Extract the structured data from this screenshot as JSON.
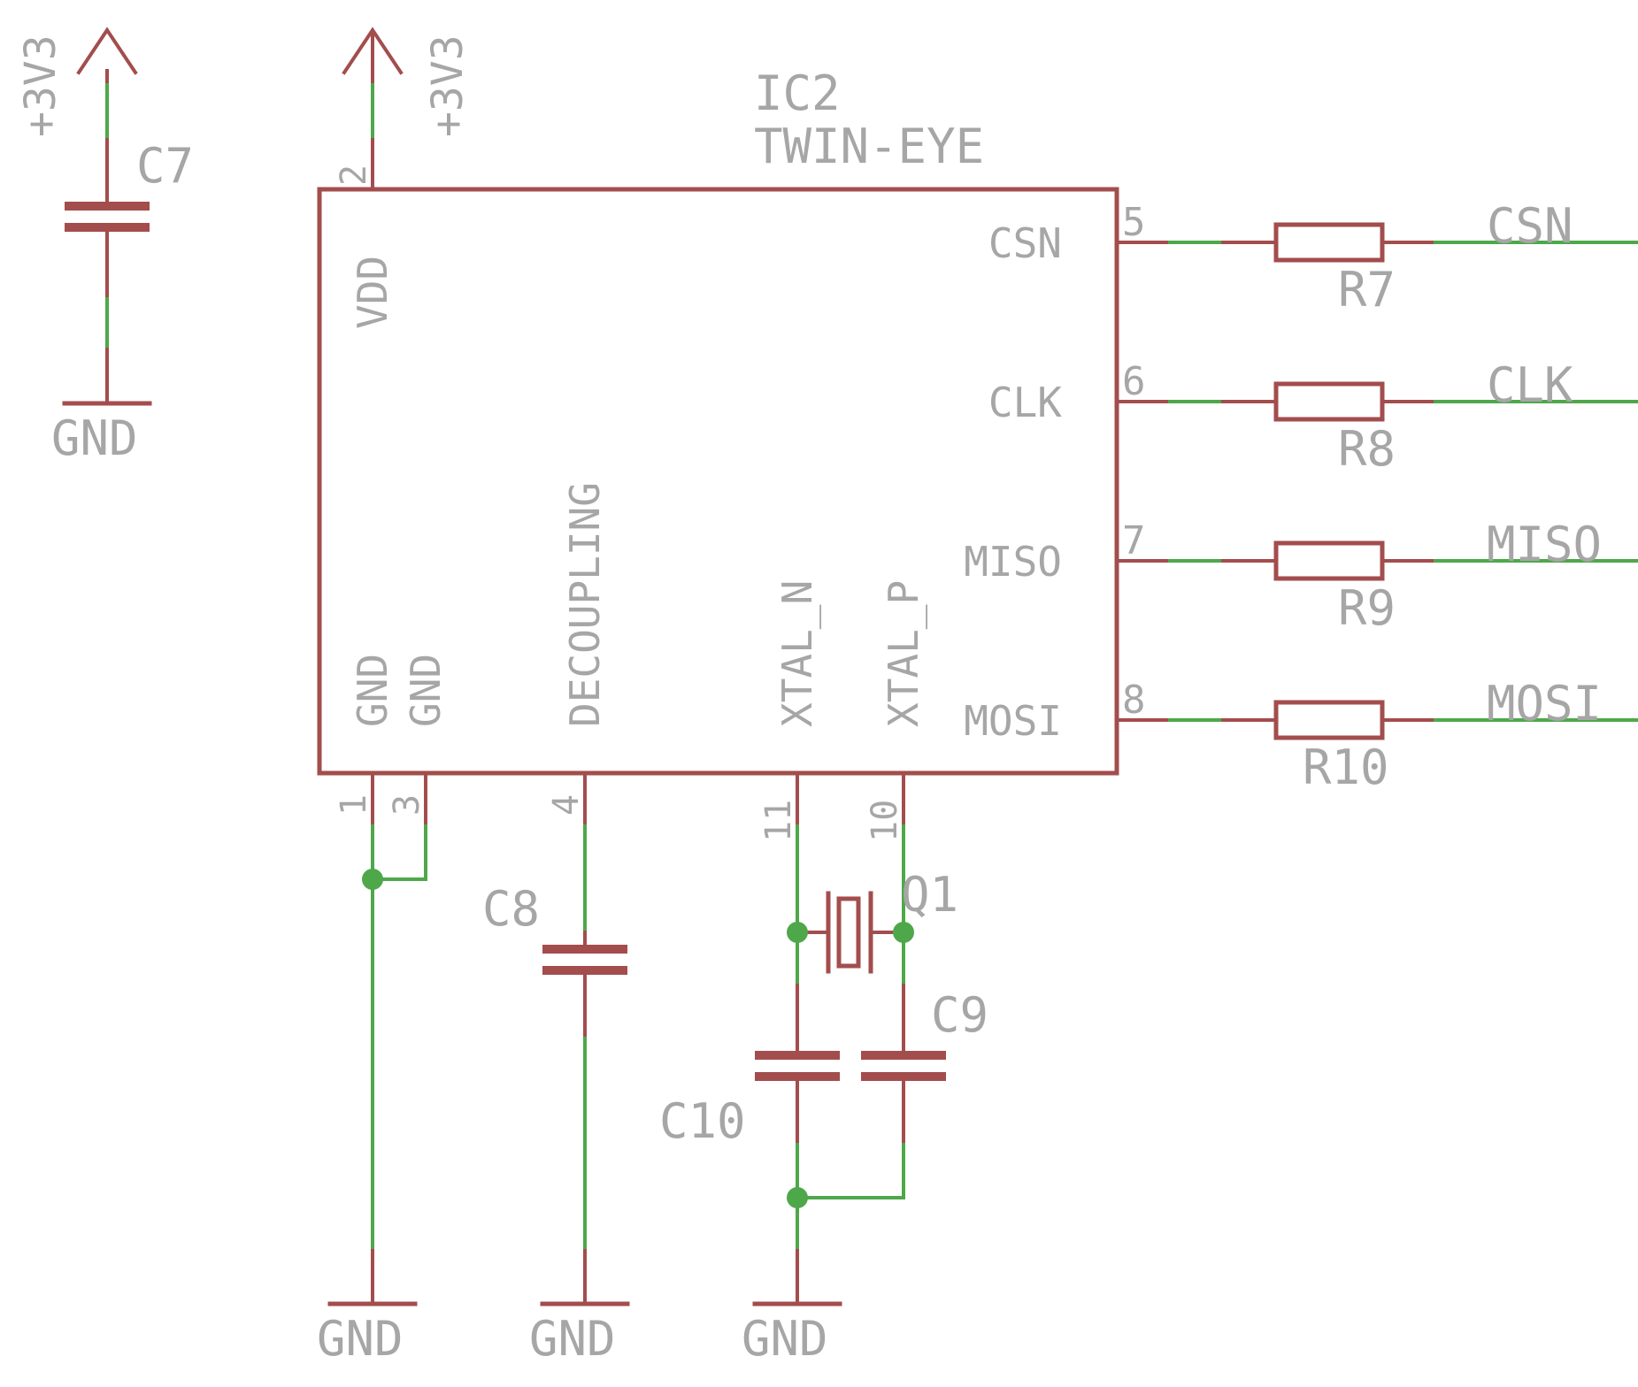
{
  "ic": {
    "ref": "IC2",
    "value": "TWIN-EYE",
    "pins": {
      "vdd": {
        "name": "VDD",
        "number": "2"
      },
      "gnd1": {
        "name": "GND",
        "number": "1"
      },
      "gnd3": {
        "name": "GND",
        "number": "3"
      },
      "decoupling": {
        "name": "DECOUPLING",
        "number": "4"
      },
      "xtal_n": {
        "name": "XTAL_N",
        "number": "11"
      },
      "xtal_p": {
        "name": "XTAL_P",
        "number": "10"
      },
      "csn": {
        "name": "CSN",
        "number": "5"
      },
      "clk": {
        "name": "CLK",
        "number": "6"
      },
      "miso": {
        "name": "MISO",
        "number": "7"
      },
      "mosi": {
        "name": "MOSI",
        "number": "8"
      }
    }
  },
  "power": {
    "supply_label": "+3V3",
    "ground_label": "GND"
  },
  "components": {
    "c7": "C7",
    "c8": "C8",
    "c9": "C9",
    "c10": "C10",
    "q1": "Q1",
    "r7": "R7",
    "r8": "R8",
    "r9": "R9",
    "r10": "R10"
  },
  "nets": {
    "csn": "CSN",
    "clk": "CLK",
    "miso": "MISO",
    "mosi": "MOSI"
  },
  "colors": {
    "symbol": "#a34d4d",
    "wire": "#4ea84a",
    "label": "#a6a6a6",
    "background": "#ffffff"
  }
}
